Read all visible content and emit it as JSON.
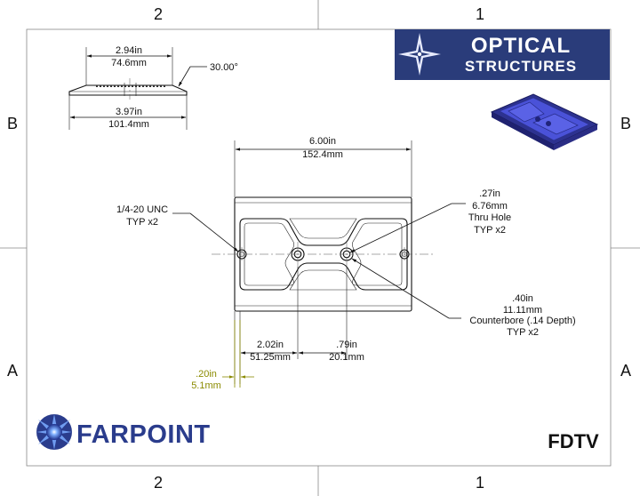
{
  "sheet": {
    "zone_cols": [
      "2",
      "1"
    ],
    "zone_rows": [
      "B",
      "A"
    ],
    "part_id": "FDTV",
    "colors": {
      "logo_bg": "#2a3c7a",
      "iso_part": "#3f47c8",
      "farpoint_blue": "#2a3c8c",
      "olive_dim": "#8b8b00"
    }
  },
  "logos": {
    "optical_line1": "OPTICAL",
    "optical_line2": "STRUCTURES",
    "farpoint": "FARPOINT"
  },
  "side_view": {
    "top_dim_in": "2.94in",
    "top_dim_mm": "74.6mm",
    "angle": "30.00°",
    "bottom_dim_in": "3.97in",
    "bottom_dim_mm": "101.4mm"
  },
  "plan_view": {
    "overall_in": "6.00in",
    "overall_mm": "152.4mm",
    "thread_l1": "1/4-20 UNC",
    "thread_l2": "TYP x2",
    "hole_l1": ".27in",
    "hole_l2": "6.76mm",
    "hole_l3": "Thru Hole",
    "hole_l4": "TYP x2",
    "cbore_l1": ".40in",
    "cbore_l2": "11.11mm",
    "cbore_l3": "Counterbore (.14 Depth)",
    "cbore_l4": "TYP x2",
    "d202_in": "2.02in",
    "d202_mm": "51.25mm",
    "d079_in": ".79in",
    "d079_mm": "20.1mm",
    "d020_in": ".20in",
    "d020_mm": "5.1mm"
  }
}
